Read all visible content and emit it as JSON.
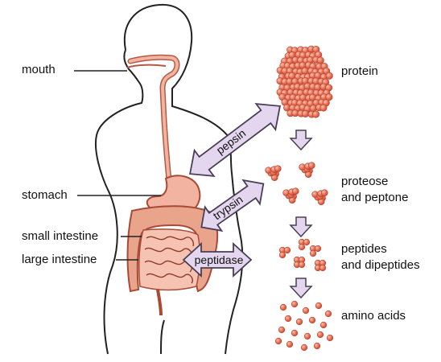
{
  "labels": {
    "mouth": "mouth",
    "stomach": "stomach",
    "small_intestine": "small intestine",
    "large_intestine": "large intestine"
  },
  "stages": {
    "protein": "protein",
    "proteose_line1": "proteose",
    "proteose_line2": "and peptone",
    "peptides_line1": "peptides",
    "peptides_line2": "and dipeptides",
    "amino": "amino acids"
  },
  "enzymes": {
    "pepsin": "pepsin",
    "trypsin": "trypsin",
    "peptidase": "peptidase"
  },
  "colors": {
    "arrow_fill": "#e3d6ee",
    "arrow_stroke": "#4a3f55",
    "organ_fill": "#f2b3a0",
    "intestine_fill": "#e9a48c",
    "bead": "#e26a4f",
    "bead_light": "#f5a58e"
  }
}
